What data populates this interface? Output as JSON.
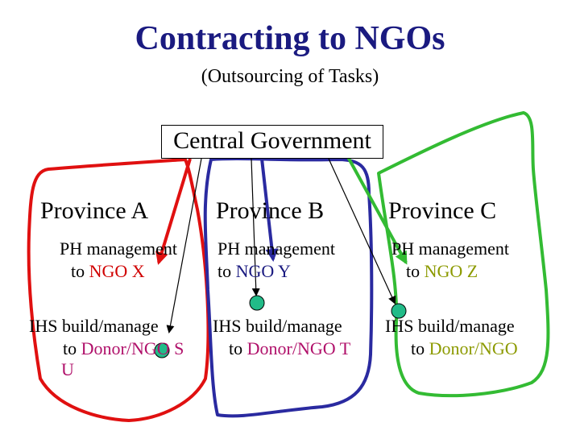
{
  "title": "Contracting to NGOs",
  "subtitle": "(Outsourcing of Tasks)",
  "central": "Central Government",
  "provinces": [
    {
      "name": "Province A",
      "ph_prefix": "PH management",
      "ph_to": "to ",
      "ph_ngo": "NGO X",
      "ihs_prefix": "IHS build/manage",
      "ihs_to": "to ",
      "ihs_ngo": "Donor/NGO S",
      "ihs_extra": "U",
      "outline_color": "#e01010"
    },
    {
      "name": "Province B",
      "ph_prefix": "PH management",
      "ph_to": "to ",
      "ph_ngo": "NGO Y",
      "ihs_prefix": "IHS build/manage",
      "ihs_to": "to ",
      "ihs_ngo": "Donor/NGO T",
      "outline_color": "#2a2aa0"
    },
    {
      "name": "Province C",
      "ph_prefix": "PH management",
      "ph_to": "to ",
      "ph_ngo": "NGO Z",
      "ihs_prefix": "IHS build/manage",
      "ihs_to": "to ",
      "ihs_ngo": "Donor/NGO",
      "outline_color": "#33bb33"
    }
  ],
  "node_color": "#22bb88"
}
